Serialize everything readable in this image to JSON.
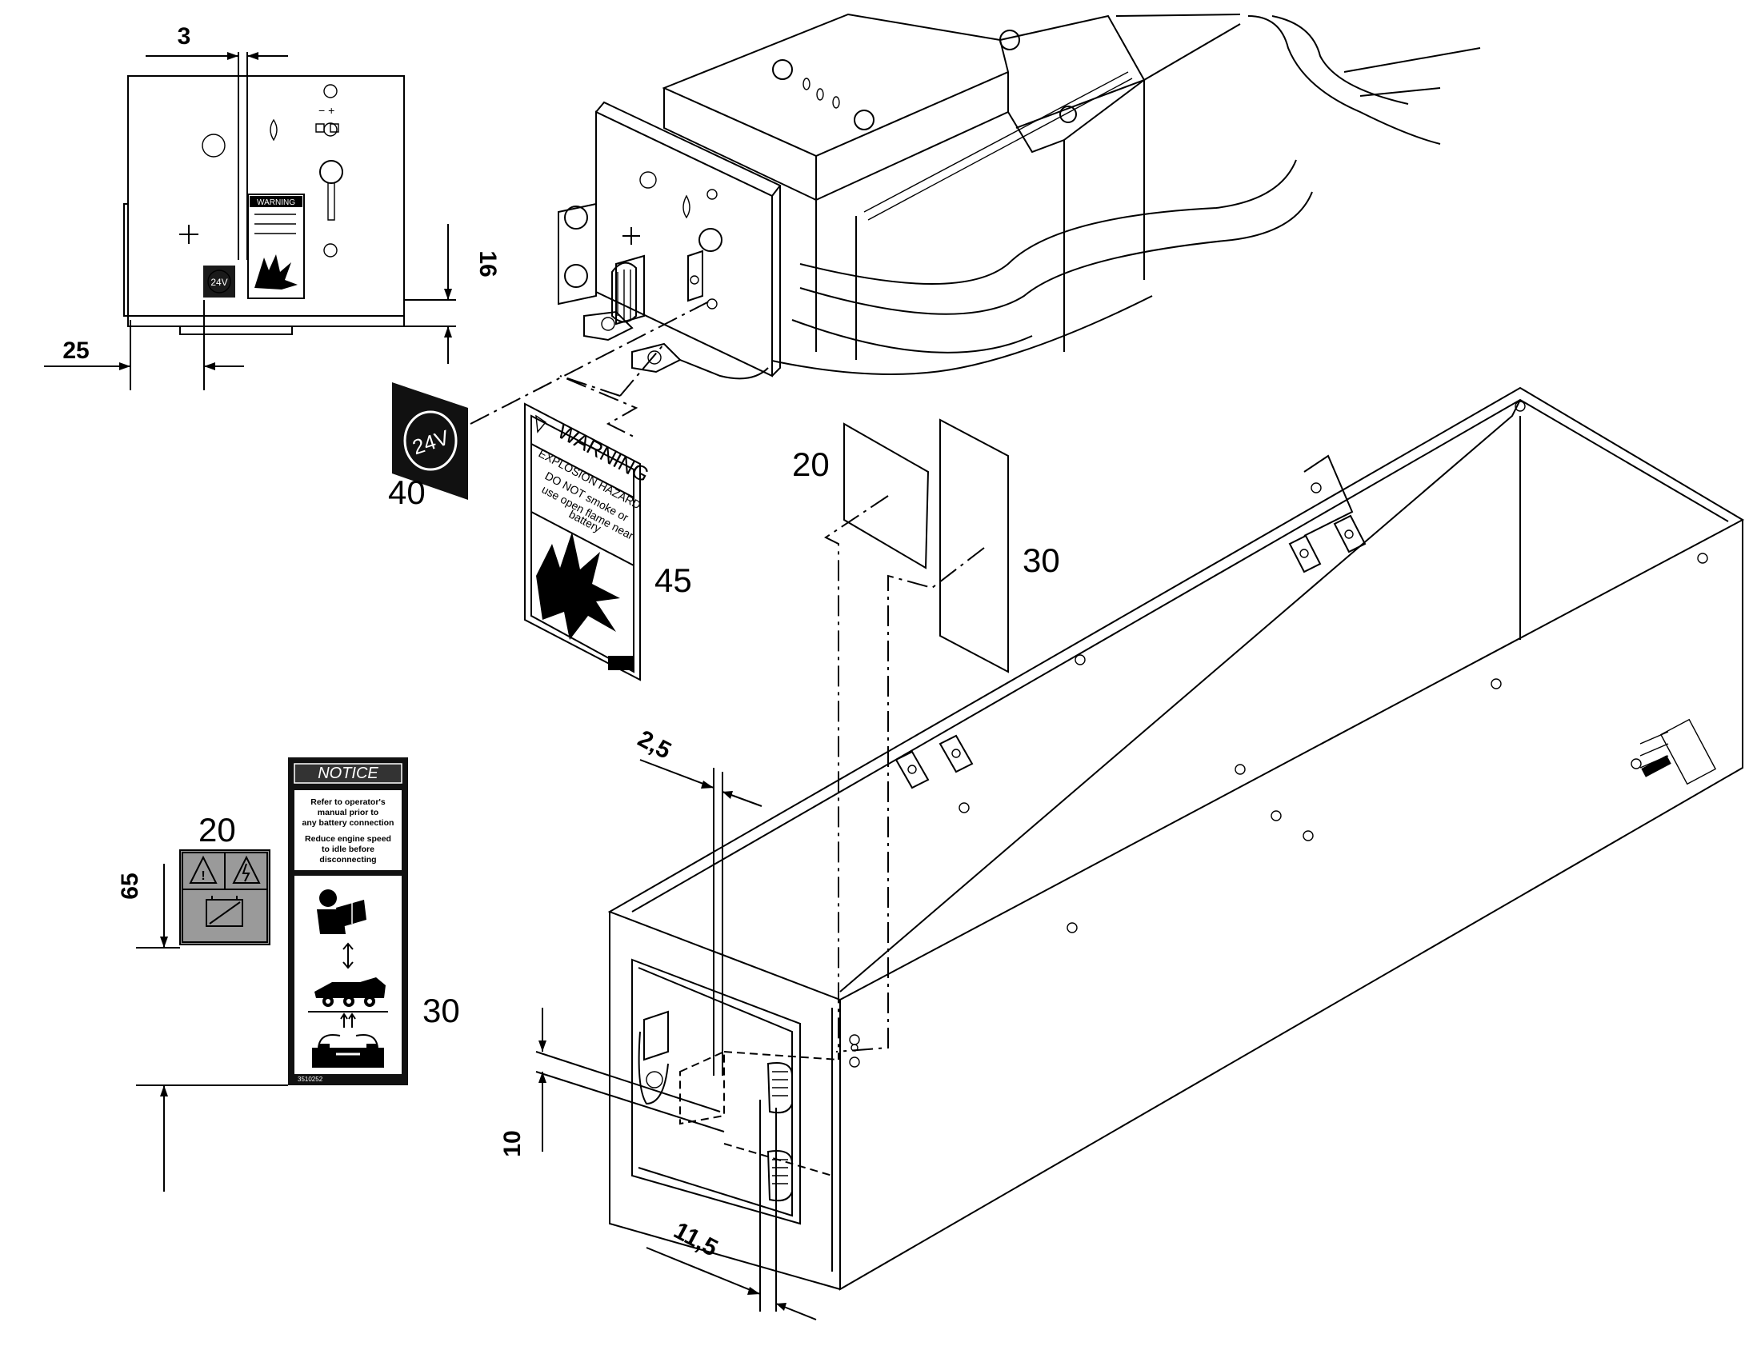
{
  "callouts": {
    "c20_top": "20",
    "c30_top": "30",
    "c40": "40",
    "c45": "45",
    "c20_left": "20",
    "c30_left": "30"
  },
  "dimensions": {
    "d3": "3",
    "d16": "16",
    "d25": "25",
    "d2_5": "2,5",
    "d65": "65",
    "d10": "10",
    "d11_5": "11,5"
  },
  "decal_24v": {
    "text": "24V"
  },
  "mini_24v": {
    "text": "24V"
  },
  "decal_warning": {
    "title": "WARNING",
    "subtitle": "EXPLOSION HAZARD",
    "line1": "DO NOT smoke or",
    "line2": "use open flame near",
    "line3": "battery"
  },
  "mini_warning": {
    "title": "WARNING"
  },
  "decal_notice": {
    "title": "NOTICE",
    "p1_l1": "Refer to operator's",
    "p1_l2": "manual prior to",
    "p1_l3": "any battery connection",
    "p2_l1": "Reduce engine speed",
    "p2_l2": "to idle before",
    "p2_l3": "disconnecting"
  },
  "colors": {
    "line": "#000000",
    "decal_grey": "#9a9a9a",
    "background": "#ffffff"
  }
}
